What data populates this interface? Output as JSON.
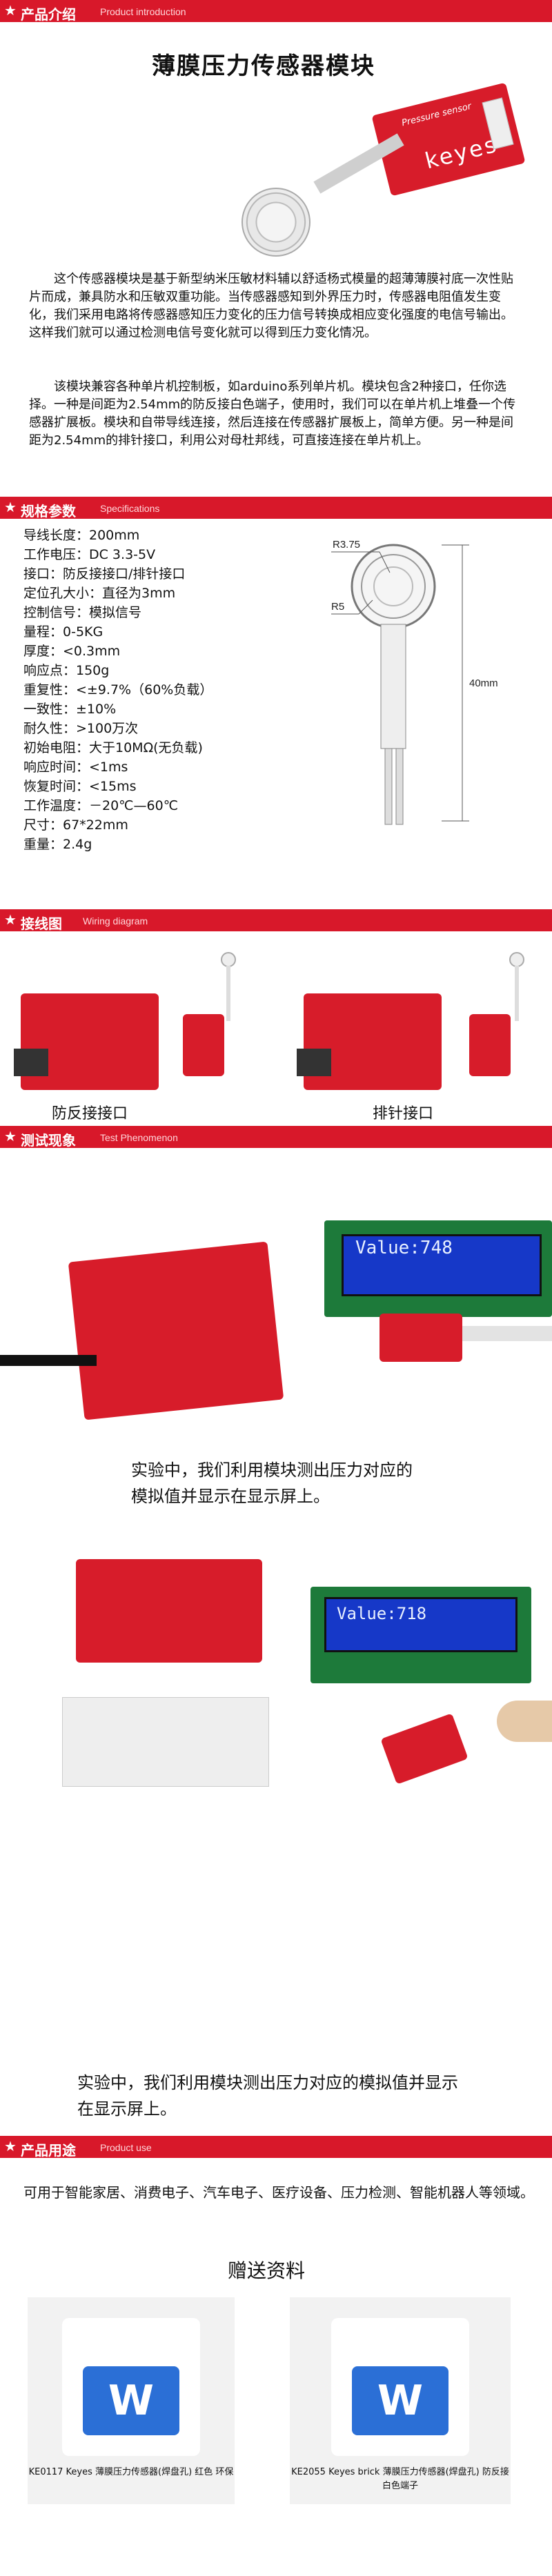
{
  "s1": {
    "t1": "产品介绍",
    "t2": "Product introduction"
  },
  "title": "薄膜压力传感器模块",
  "board_label": "keyes",
  "board_small": "Pressure sensor",
  "intro1": "这个传感器模块是基于新型纳米压敏材料辅以舒适杨式模量的超薄薄膜衬底一次性贴片而成，兼具防水和压敏双重功能。当传感器感知到外界压力时，传感器电阻值发生变化，我们采用电路将传感器感知压力变化的压力信号转换成相应变化强度的电信号输出。这样我们就可以通过检测电信号变化就可以得到压力变化情况。",
  "intro2": "该模块兼容各种单片机控制板，如arduino系列单片机。模块包含2种接口，任你选择。一种是间距为2.54mm的防反接白色端子，使用时，我们可以在单片机上堆叠一个传感器扩展板。模块和自带导线连接，然后连接在传感器扩展板上，简单方便。另一种是间距为2.54mm的排针接口，利用公对母杜邦线，可直接连接在单片机上。",
  "s2": {
    "t1": "规格参数",
    "t2": "Specifications"
  },
  "specs": [
    "导线长度：200mm",
    "工作电压：DC 3.3-5V",
    "接口：防反接接口/排针接口",
    "定位孔大小：直径为3mm",
    "控制信号：模拟信号",
    "量程：0-5KG",
    "厚度：<0.3mm",
    "响应点：150g",
    "重复性：<±9.7%（60%负载）",
    "一致性：±10%",
    "耐久性：>100万次",
    "初始电阻：大于10MΩ(无负载)",
    "响应时间：<1ms",
    "恢复时间：<15ms",
    "工作温度：－20℃—60℃",
    "尺寸：67*22mm",
    "重量：2.4g"
  ],
  "dim": {
    "r1": "R3.75",
    "r2": "R5",
    "len": "40mm"
  },
  "s3": {
    "t1": "接线图",
    "t2": "Wiring diagram"
  },
  "wiring": {
    "left": "防反接接口",
    "right": "排针接口"
  },
  "s4": {
    "t1": "测试现象",
    "t2": "Test Phenomenon"
  },
  "lcd1": "Value:748",
  "lcd2": "Value:718",
  "cap1": "实验中，我们利用模块测出压力对应的模拟值并显示在显示屏上。",
  "cap2": "实验中，我们利用模块测出压力对应的模拟值并显示在显示屏上。",
  "s5": {
    "t1": "产品用途",
    "t2": "Product use"
  },
  "use": "可用于智能家居、消费电子、汽车电子、医疗设备、压力检测、智能机器人等领域。",
  "gift": "赠送资料",
  "docs": [
    {
      "label": "KE0117 Keyes 薄膜压力传感器(焊盘孔) 红色 环保"
    },
    {
      "label": "KE2055 Keyes brick 薄膜压力传感器(焊盘孔) 防反接白色端子"
    }
  ],
  "doc_letter": "W",
  "colors": {
    "accent": "#d8182a",
    "lcd": "#1638c8"
  }
}
